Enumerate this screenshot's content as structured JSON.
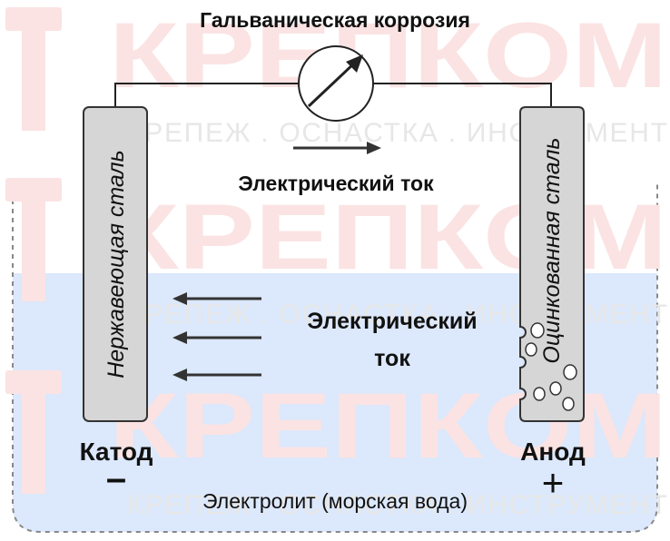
{
  "title": "Гальваническая коррозия",
  "watermark": {
    "brand": "КРЕПКОМ",
    "tagline": "КРЕПЕЖ . ОСНАСТКА . ИНСТРУМЕНТ"
  },
  "electrodes": {
    "cathode": {
      "material": "Нержавеющая сталь",
      "label": "Катод",
      "sign": "–"
    },
    "anode": {
      "material": "Оцинкованная сталь",
      "label": "Анод",
      "sign": "+"
    }
  },
  "current_wire_label": "Электрический ток",
  "current_electrolyte_label": {
    "line1": "Электрический",
    "line2": "ток"
  },
  "electrolyte_label": "Электролит (морская вода)",
  "colors": {
    "water": "#dce8fb",
    "electrode_fill": "#d6d6d6",
    "arrow": "#333333",
    "text": "#111111",
    "watermark_red": "#fbe3e3",
    "tagline_gray": "#e7e7e7"
  }
}
